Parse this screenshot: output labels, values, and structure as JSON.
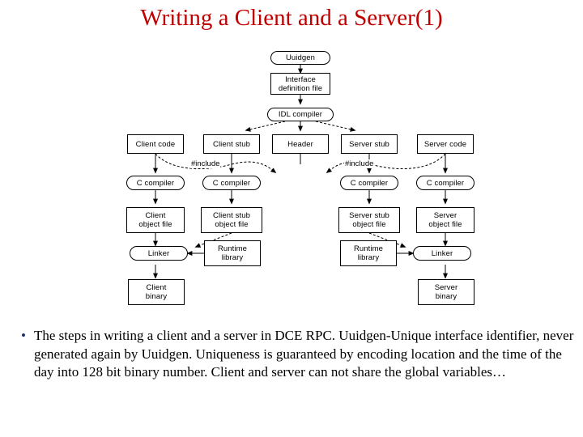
{
  "slide": {
    "title": "Writing a Client and a Server(1)",
    "title_color": "#c00000",
    "background_color": "#ffffff",
    "bullet_marker": "•",
    "bullet_marker_color": "#1f2f6b",
    "body_text": "The steps in writing a client and a server in DCE RPC. Uuidgen-Unique interface identifier, never generated again by Uuidgen. Uniqueness is guaranteed by encoding location and the time of the day into 128 bit binary number. Client and server can not share the global variables…"
  },
  "diagram": {
    "nodes": {
      "uuidgen": {
        "line1": "Uuidgen",
        "line2": ""
      },
      "interface_definition_file": {
        "line1": "Interface",
        "line2": "definition file"
      },
      "idl_compiler": {
        "line1": "IDL compiler",
        "line2": ""
      },
      "client_code": {
        "line1": "Client code",
        "line2": ""
      },
      "client_stub": {
        "line1": "Client stub",
        "line2": ""
      },
      "header": {
        "line1": "Header",
        "line2": ""
      },
      "server_stub": {
        "line1": "Server stub",
        "line2": ""
      },
      "server_code": {
        "line1": "Server code",
        "line2": ""
      },
      "c_compiler_1": {
        "line1": "C compiler",
        "line2": ""
      },
      "c_compiler_2": {
        "line1": "C compiler",
        "line2": ""
      },
      "c_compiler_3": {
        "line1": "C compiler",
        "line2": ""
      },
      "c_compiler_4": {
        "line1": "C compiler",
        "line2": ""
      },
      "client_object_file": {
        "line1": "Client",
        "line2": "object file"
      },
      "client_stub_object_file": {
        "line1": "Client stub",
        "line2": "object file"
      },
      "server_stub_object_file": {
        "line1": "Server stub",
        "line2": "object file"
      },
      "server_object_file": {
        "line1": "Server",
        "line2": "object file"
      },
      "linker_left": {
        "line1": "Linker",
        "line2": ""
      },
      "runtime_library_left": {
        "line1": "Runtime",
        "line2": "library"
      },
      "runtime_library_right": {
        "line1": "Runtime",
        "line2": "library"
      },
      "linker_right": {
        "line1": "Linker",
        "line2": ""
      },
      "client_binary": {
        "line1": "Client",
        "line2": "binary"
      },
      "server_binary": {
        "line1": "Server",
        "line2": "binary"
      }
    },
    "edge_labels": {
      "include_left": "#include",
      "include_right": "#include"
    }
  }
}
